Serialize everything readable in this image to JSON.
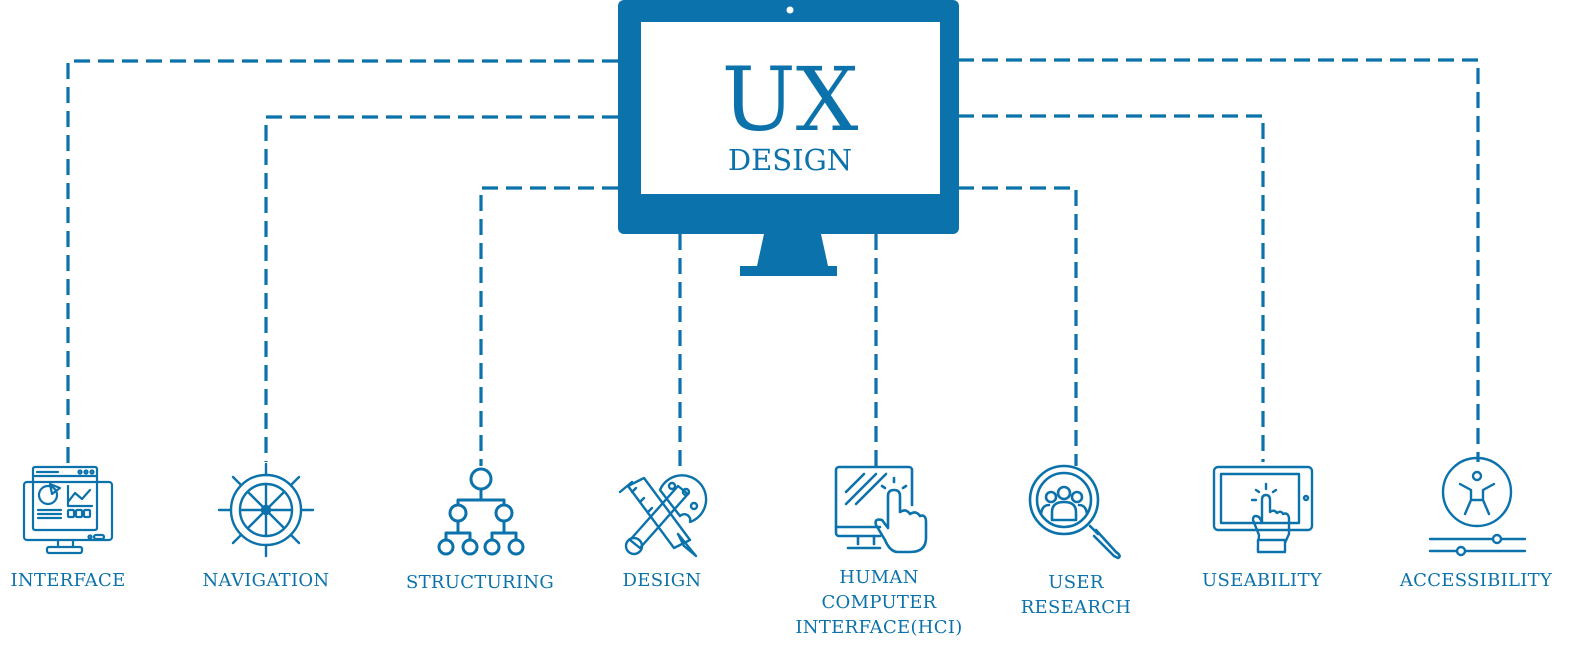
{
  "title": {
    "main": "UX",
    "sub": "DESIGN"
  },
  "accent_color": "#0b72ab",
  "branches": [
    {
      "label_lines": [
        "INTERFACE"
      ],
      "icon": "dashboard-monitor-icon"
    },
    {
      "label_lines": [
        "NAVIGATION"
      ],
      "icon": "ship-wheel-icon"
    },
    {
      "label_lines": [
        "STRUCTURING"
      ],
      "icon": "hierarchy-icon"
    },
    {
      "label_lines": [
        "DESIGN"
      ],
      "icon": "pencil-ruler-palette-icon"
    },
    {
      "label_lines": [
        "HUMAN",
        "COMPUTER",
        "INTERFACE(HCI)"
      ],
      "icon": "touch-monitor-icon"
    },
    {
      "label_lines": [
        "USER",
        "RESEARCH"
      ],
      "icon": "user-search-icon"
    },
    {
      "label_lines": [
        "USEABILITY"
      ],
      "icon": "tablet-tap-icon"
    },
    {
      "label_lines": [
        "ACCESSIBILITY"
      ],
      "icon": "accessibility-icon"
    }
  ]
}
